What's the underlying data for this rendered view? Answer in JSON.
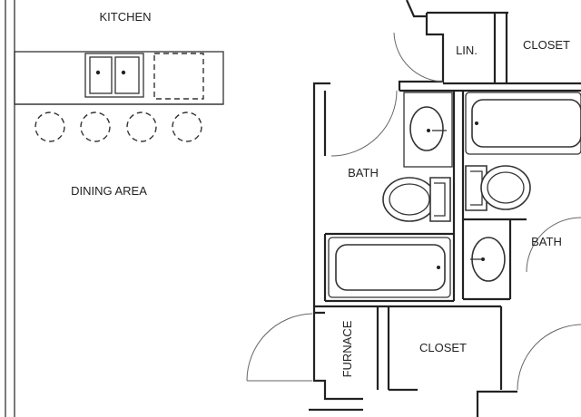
{
  "rooms": {
    "kitchen": "KITCHEN",
    "dining_area": "DINING AREA",
    "linen": "LIN.",
    "closet_top": "CLOSET",
    "bath_left": "BATH",
    "bath_right": "BATH",
    "furnace": "FURNACE",
    "closet_bottom": "CLOSET"
  }
}
